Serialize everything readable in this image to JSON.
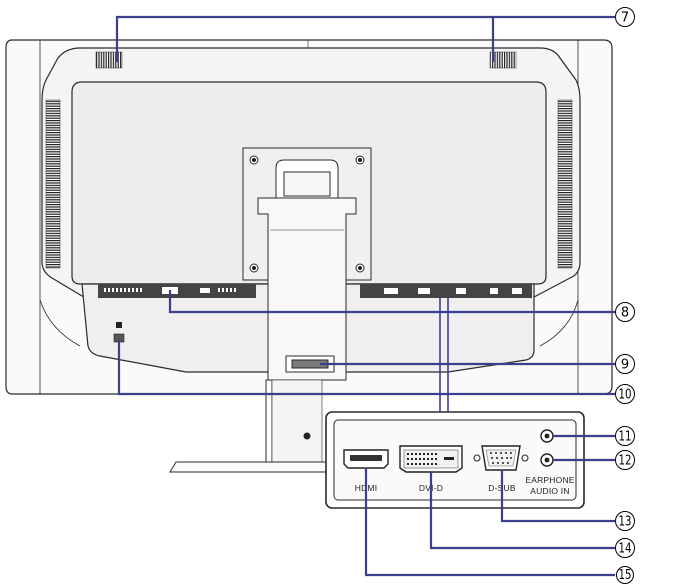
{
  "callouts": [
    {
      "id": "c7",
      "label": "7"
    },
    {
      "id": "c8",
      "label": "8"
    },
    {
      "id": "c9",
      "label": "9"
    },
    {
      "id": "c10",
      "label": "10"
    },
    {
      "id": "c11",
      "label": "11"
    },
    {
      "id": "c12",
      "label": "12"
    },
    {
      "id": "c13",
      "label": "13"
    },
    {
      "id": "c14",
      "label": "14"
    },
    {
      "id": "c15",
      "label": "15"
    }
  ],
  "ports": {
    "hdmi": "HDMI",
    "dvi": "DVI-D",
    "dsub": "D-SUB",
    "earphone": "EARPHONE",
    "audio_in": "AUDIO IN"
  },
  "colors": {
    "leader": "#3b3f8c",
    "outline": "#2a2a2a",
    "panel": "#d8d8d8",
    "dark_panel": "#5a5a5a"
  }
}
